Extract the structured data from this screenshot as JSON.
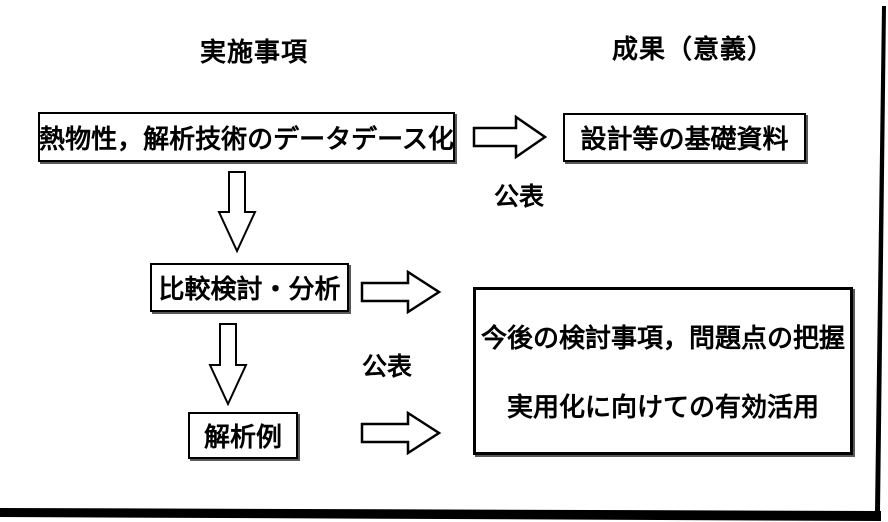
{
  "headers": {
    "left": "実施事項",
    "right": "成果（意義）"
  },
  "boxes": {
    "database": "熱物性，解析技術のデータデース化",
    "design": "設計等の基礎資料",
    "compare": "比較検討・分析",
    "example": "解析例",
    "outcome_line1": "今後の検討事項，問題点の把握",
    "outcome_line2": "実用化に向けての有効活用"
  },
  "labels": {
    "publish_top": "公表",
    "publish_bottom": "公表"
  },
  "icons": {
    "right_block_arrow": "outlined right-pointing block arrow",
    "down_block_arrow": "outlined down-pointing block arrow"
  },
  "colors": {
    "ink": "#000000",
    "background": "#ffffff"
  }
}
